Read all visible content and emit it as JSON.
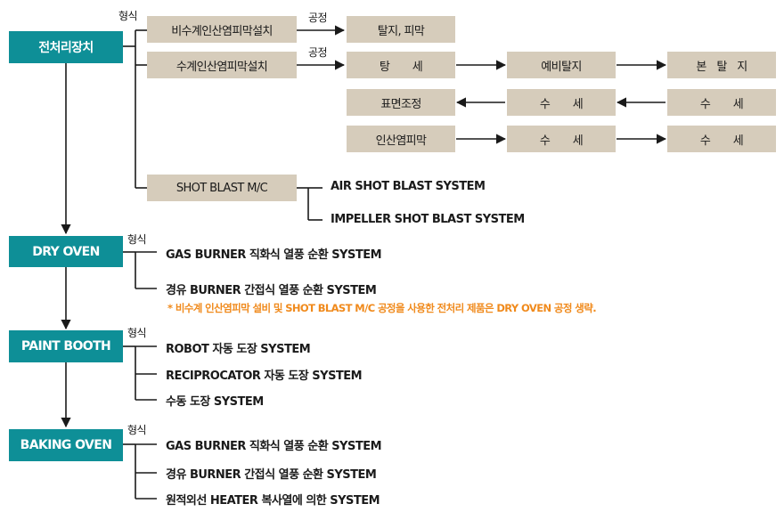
{
  "stages": {
    "pretreatment": "전처리장치",
    "dry_oven": "DRY OVEN",
    "paint_booth": "PAINT BOOTH",
    "baking_oven": "BAKING OVEN"
  },
  "labels": {
    "type_label": "형식",
    "process_label": "공정"
  },
  "pretreatment": {
    "type1": "비수계인산염피막설치",
    "type2": "수계인산염피막설치",
    "type1_process": "탈지, 피막",
    "row1": [
      "탕 세",
      "예비탈지",
      "본 탈 지"
    ],
    "row2": [
      "표면조정",
      "수 세",
      "수 세"
    ],
    "row3": [
      "인산염피막",
      "수 세",
      "수 세"
    ],
    "shot_blast": "SHOT BLAST M/C",
    "shot_blast_types": [
      "AIR SHOT BLAST SYSTEM",
      "IMPELLER SHOT BLAST SYSTEM"
    ]
  },
  "dry_oven": {
    "types": [
      "GAS BURNER 직화식 열풍 순환 SYSTEM",
      "경유 BURNER 간접식 열풍 순환 SYSTEM"
    ],
    "note": "* 비수계 인산염피막 설비 및 SHOT BLAST M/C 공정을 사용한 전처리 제품은 DRY OVEN 공정 생략."
  },
  "paint_booth": {
    "types": [
      "ROBOT 자동 도장 SYSTEM",
      "RECIPROCATOR 자동 도장 SYSTEM",
      "수동 도장 SYSTEM"
    ]
  },
  "baking_oven": {
    "types": [
      "GAS BURNER 직화식 열풍 순환 SYSTEM",
      "경유 BURNER 간접식 열풍 순환 SYSTEM",
      "원적외선 HEATER 복사열에 의한 SYSTEM"
    ]
  },
  "colors": {
    "stage": "#0e8f97",
    "box": "#d6ccbb",
    "note": "#f08a1c",
    "line": "#1a1a1a"
  }
}
